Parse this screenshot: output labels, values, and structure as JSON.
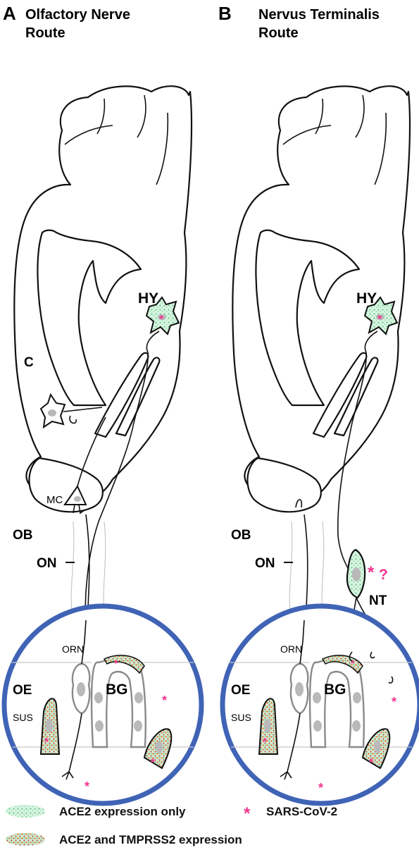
{
  "panels": [
    {
      "letter": "A",
      "title_line1": "Olfactory Nerve",
      "title_line2": "Route"
    },
    {
      "letter": "B",
      "title_line1": "Nervus Terminalis",
      "title_line2": "Route"
    }
  ],
  "labels": {
    "hy": "HY",
    "c": "C",
    "mc": "MC",
    "ob": "OB",
    "on": "ON",
    "nt": "NT",
    "orn": "ORN",
    "oe": "OE",
    "bg": "BG",
    "sus": "SUS",
    "question": "?"
  },
  "legend": {
    "ace2_only": "ACE2 expression only",
    "sars": "SARS-CoV-2",
    "ace2_tmprss2": "ACE2 and TMPRSS2 expression"
  },
  "colors": {
    "ace2_green": "#9fe0b4",
    "virus_pink": "#f0358e",
    "ring_blue": "#3f63b5",
    "tmprss2_orange": "#e8742a"
  }
}
